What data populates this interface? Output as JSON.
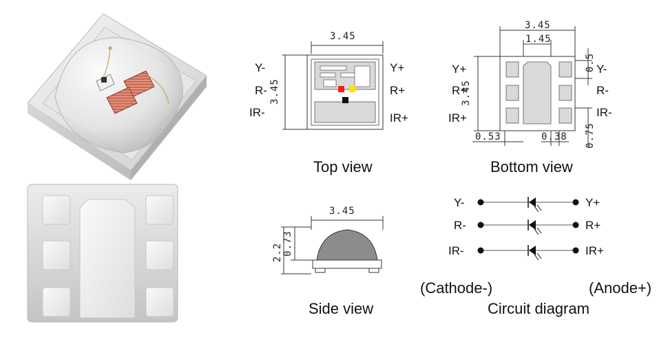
{
  "dimensions": {
    "width": "3.45",
    "height": "3.45",
    "pad_width": "1.45",
    "pad_height": "0.5",
    "edge_left": "0.53",
    "gap": "0.38",
    "pitch": "0.75",
    "total_height": "2.2",
    "dome_height": "0.73"
  },
  "pins": {
    "y_minus": "Y-",
    "y_plus": "Y+",
    "r_minus": "R-",
    "r_plus": "R+",
    "ir_minus": "IR-",
    "ir_plus": "IR+"
  },
  "captions": {
    "top_view": "Top view",
    "bottom_view": "Bottom view",
    "side_view": "Side view",
    "circuit": "Circuit diagram",
    "cathode": "(Cathode-)",
    "anode": "(Anode+)"
  },
  "colors": {
    "red_chip": "#ff1a1a",
    "yellow_chip": "#ffe000",
    "ir_chip": "#111111",
    "pad_fill": "#d9d9d9"
  }
}
